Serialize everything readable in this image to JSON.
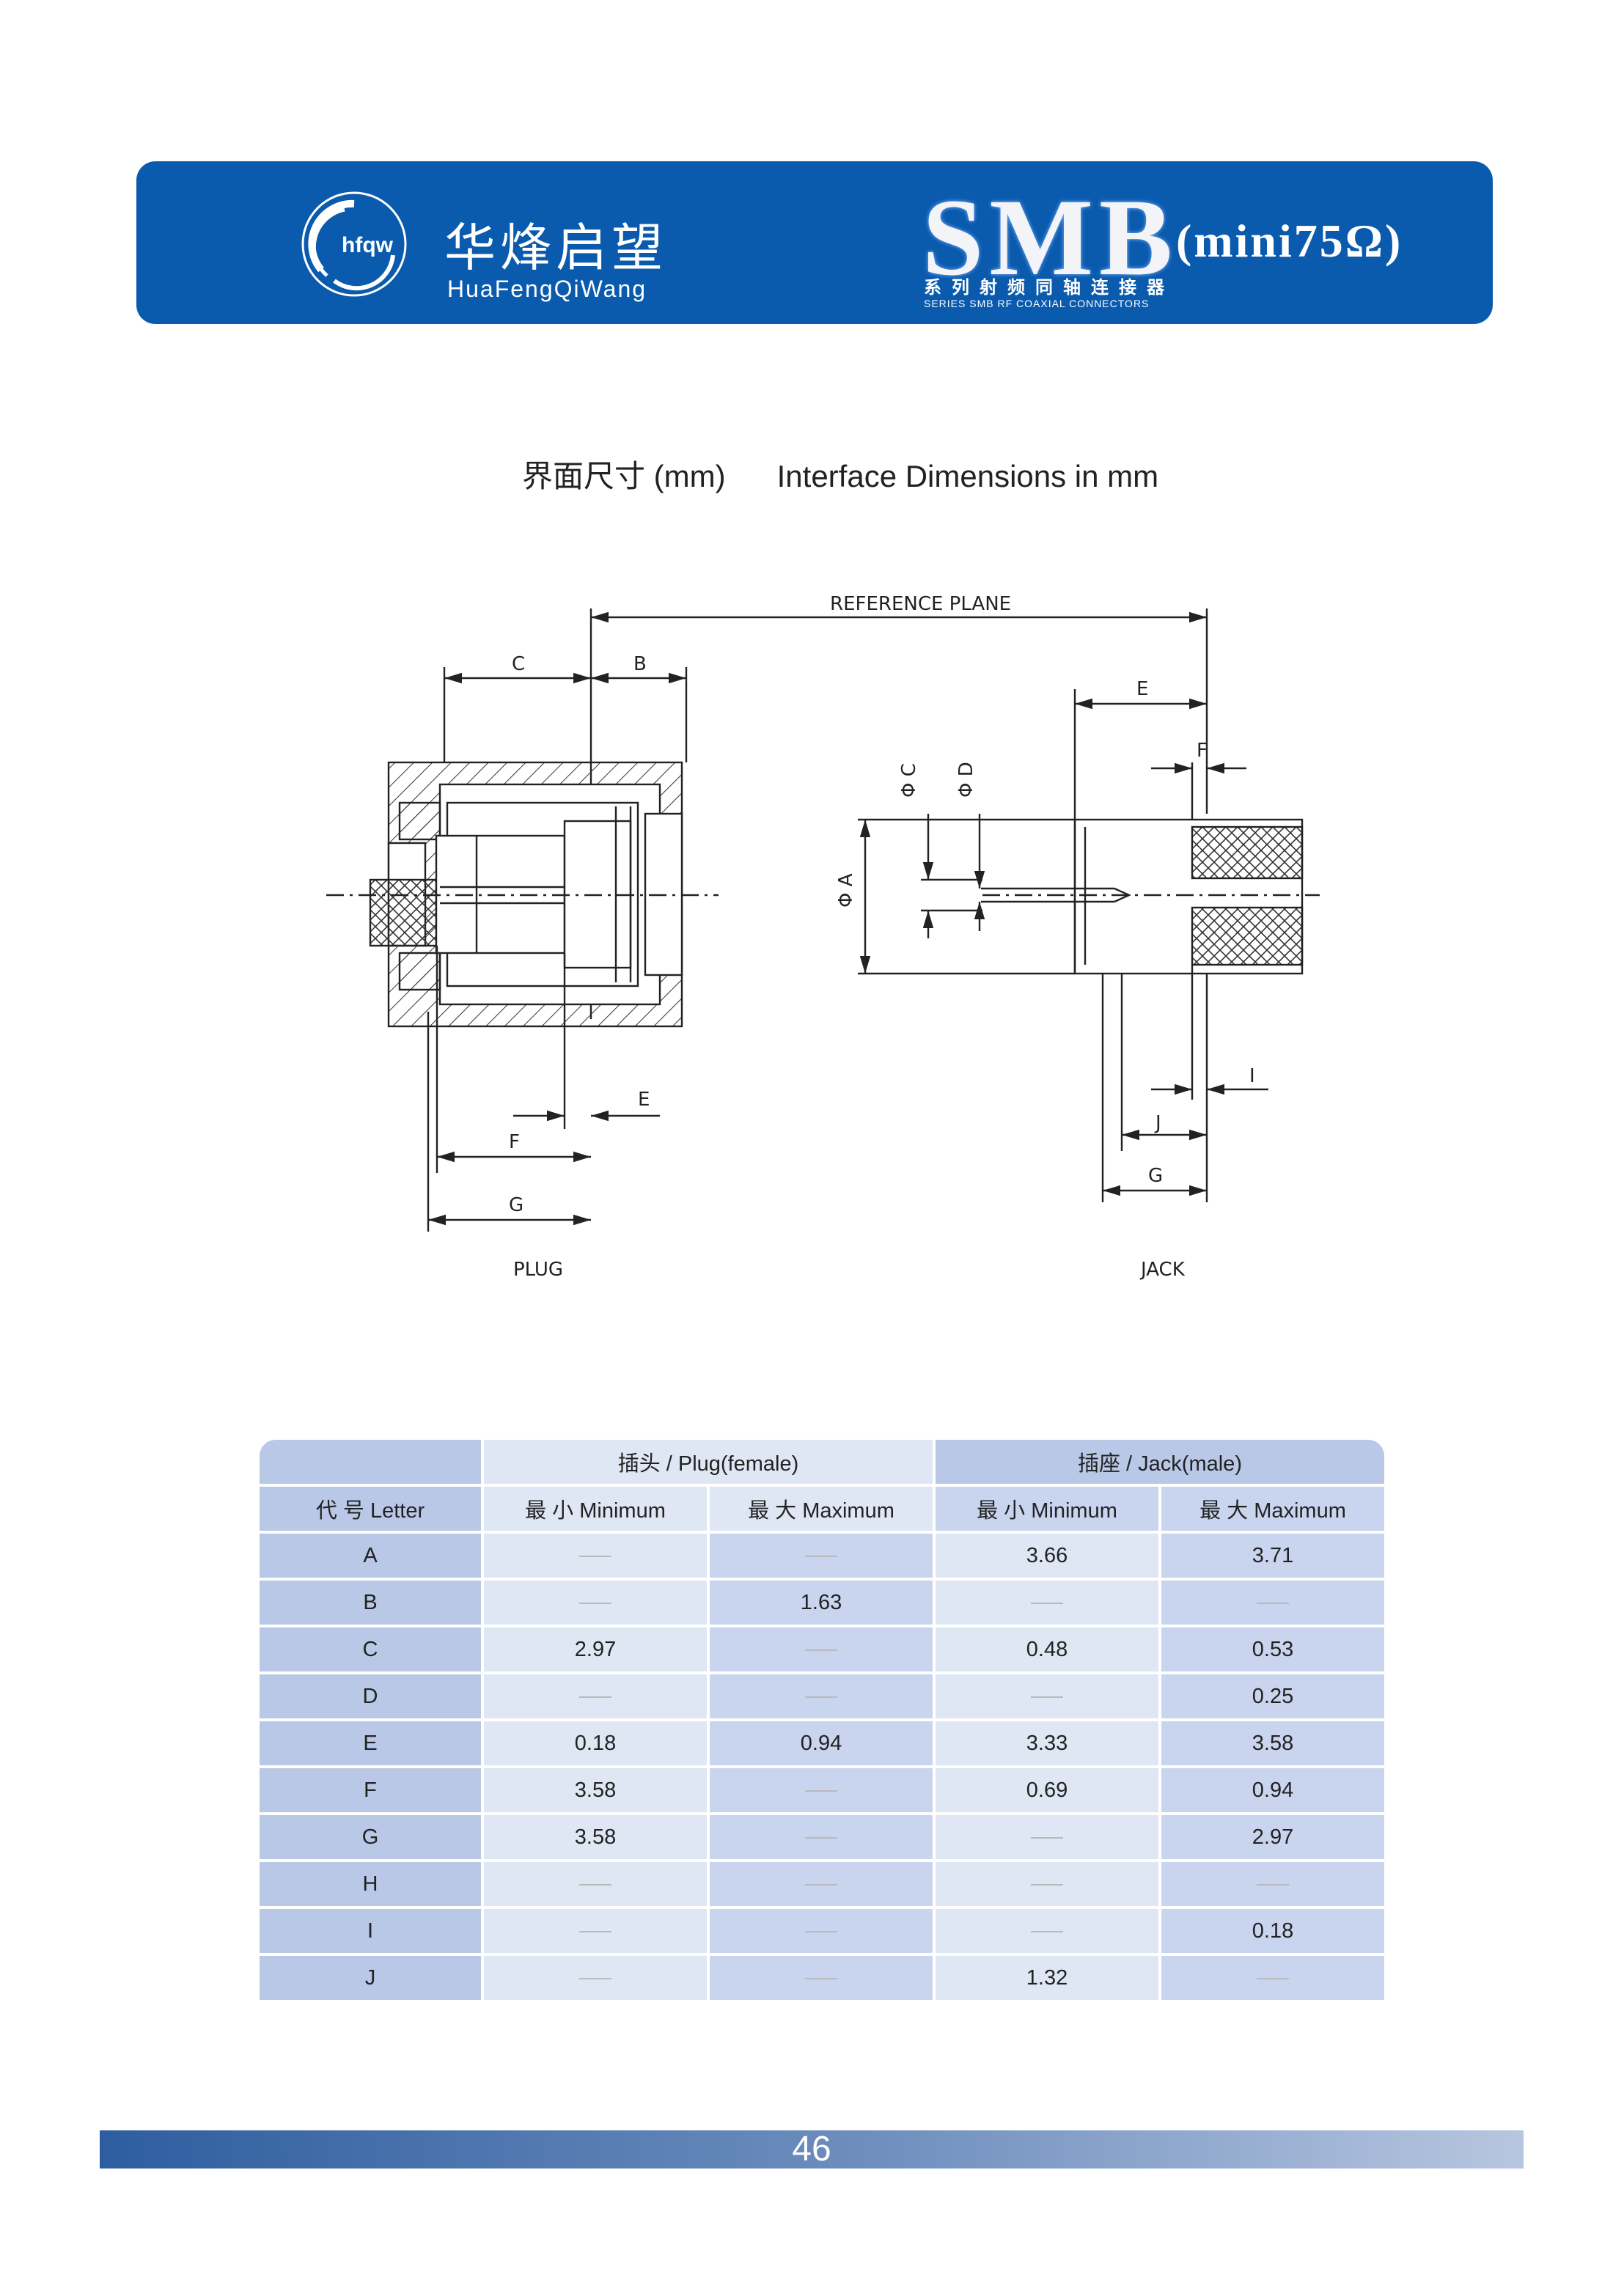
{
  "header": {
    "brand_cn": "华烽启望",
    "brand_en": "HuaFengQiWang",
    "logo_text": "hfqw",
    "product": "SMB",
    "product_suffix": "(mini75Ω)",
    "series_cn": "系列射频同轴连接器",
    "series_en": "SERIES SMB RF COAXIAL CONNECTORS"
  },
  "section_title": "界面尺寸 (mm)      Interface Dimensions in mm",
  "drawing": {
    "reference_plane": "REFERENCE PLANE",
    "plug_label": "PLUG",
    "jack_label": "JACK",
    "plug_dims": {
      "c": "C",
      "b": "B",
      "e": "E",
      "f": "F",
      "g": "G"
    },
    "jack_dims": {
      "e": "E",
      "f": "F",
      "phi_c": "Φ C",
      "phi_d": "Φ D",
      "phi_a": "Φ A",
      "i": "I",
      "j": "J",
      "g": "G"
    }
  },
  "table": {
    "group_plug": "插头 / Plug(female)",
    "group_jack": "插座 / Jack(male)",
    "col_letter": "代  号 Letter",
    "col_min": "最  小 Minimum",
    "col_max": "最  大 Maximum",
    "rows": [
      {
        "letter": "A",
        "plug_min": "",
        "plug_max": "",
        "jack_min": "3.66",
        "jack_max": "3.71"
      },
      {
        "letter": "B",
        "plug_min": "",
        "plug_max": "1.63",
        "jack_min": "",
        "jack_max": ""
      },
      {
        "letter": "C",
        "plug_min": "2.97",
        "plug_max": "",
        "jack_min": "0.48",
        "jack_max": "0.53"
      },
      {
        "letter": "D",
        "plug_min": "",
        "plug_max": "",
        "jack_min": "",
        "jack_max": "0.25"
      },
      {
        "letter": "E",
        "plug_min": "0.18",
        "plug_max": "0.94",
        "jack_min": "3.33",
        "jack_max": "3.58"
      },
      {
        "letter": "F",
        "plug_min": "3.58",
        "plug_max": "",
        "jack_min": "0.69",
        "jack_max": "0.94"
      },
      {
        "letter": "G",
        "plug_min": "3.58",
        "plug_max": "",
        "jack_min": "",
        "jack_max": "2.97"
      },
      {
        "letter": "H",
        "plug_min": "",
        "plug_max": "",
        "jack_min": "",
        "jack_max": ""
      },
      {
        "letter": "I",
        "plug_min": "",
        "plug_max": "",
        "jack_min": "",
        "jack_max": "0.18"
      },
      {
        "letter": "J",
        "plug_min": "",
        "plug_max": "",
        "jack_min": "1.32",
        "jack_max": ""
      }
    ]
  },
  "footer": {
    "page_number": "46"
  }
}
